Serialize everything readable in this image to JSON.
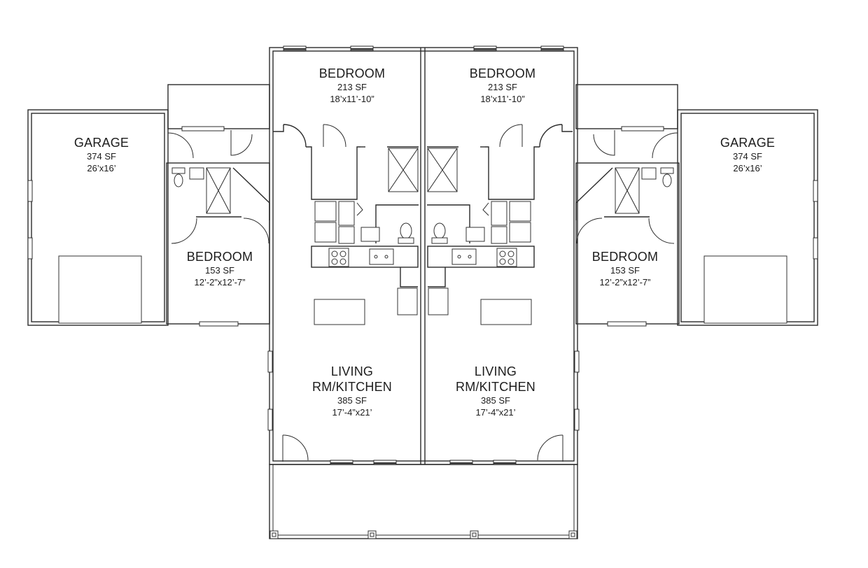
{
  "plan": {
    "type": "duplex floor plan",
    "units": [
      "left",
      "right"
    ]
  },
  "rooms": {
    "garage_left": {
      "name": "GARAGE",
      "area": "374 SF",
      "dims": "26’x16’"
    },
    "bedroom2_left": {
      "name": "BEDROOM",
      "area": "153 SF",
      "dims": "12’-2”x12’-7”"
    },
    "bedroom1_left": {
      "name": "BEDROOM",
      "area": "213 SF",
      "dims": "18’x11’-10”"
    },
    "living_left": {
      "name_line1": "LIVING",
      "name_line2": "RM/KITCHEN",
      "area": "385 SF",
      "dims": "17’-4”x21’"
    },
    "bedroom1_right": {
      "name": "BEDROOM",
      "area": "213 SF",
      "dims": "18’x11’-10”"
    },
    "living_right": {
      "name_line1": "LIVING",
      "name_line2": "RM/KITCHEN",
      "area": "385 SF",
      "dims": "17’-4”x21’"
    },
    "bedroom2_right": {
      "name": "BEDROOM",
      "area": "153 SF",
      "dims": "12’-2”x12’-7”"
    },
    "garage_right": {
      "name": "GARAGE",
      "area": "374 SF",
      "dims": "26’x16’"
    }
  },
  "colors": {
    "line": "#2b2b2b",
    "background": "#ffffff",
    "text": "#1c1c1c"
  }
}
